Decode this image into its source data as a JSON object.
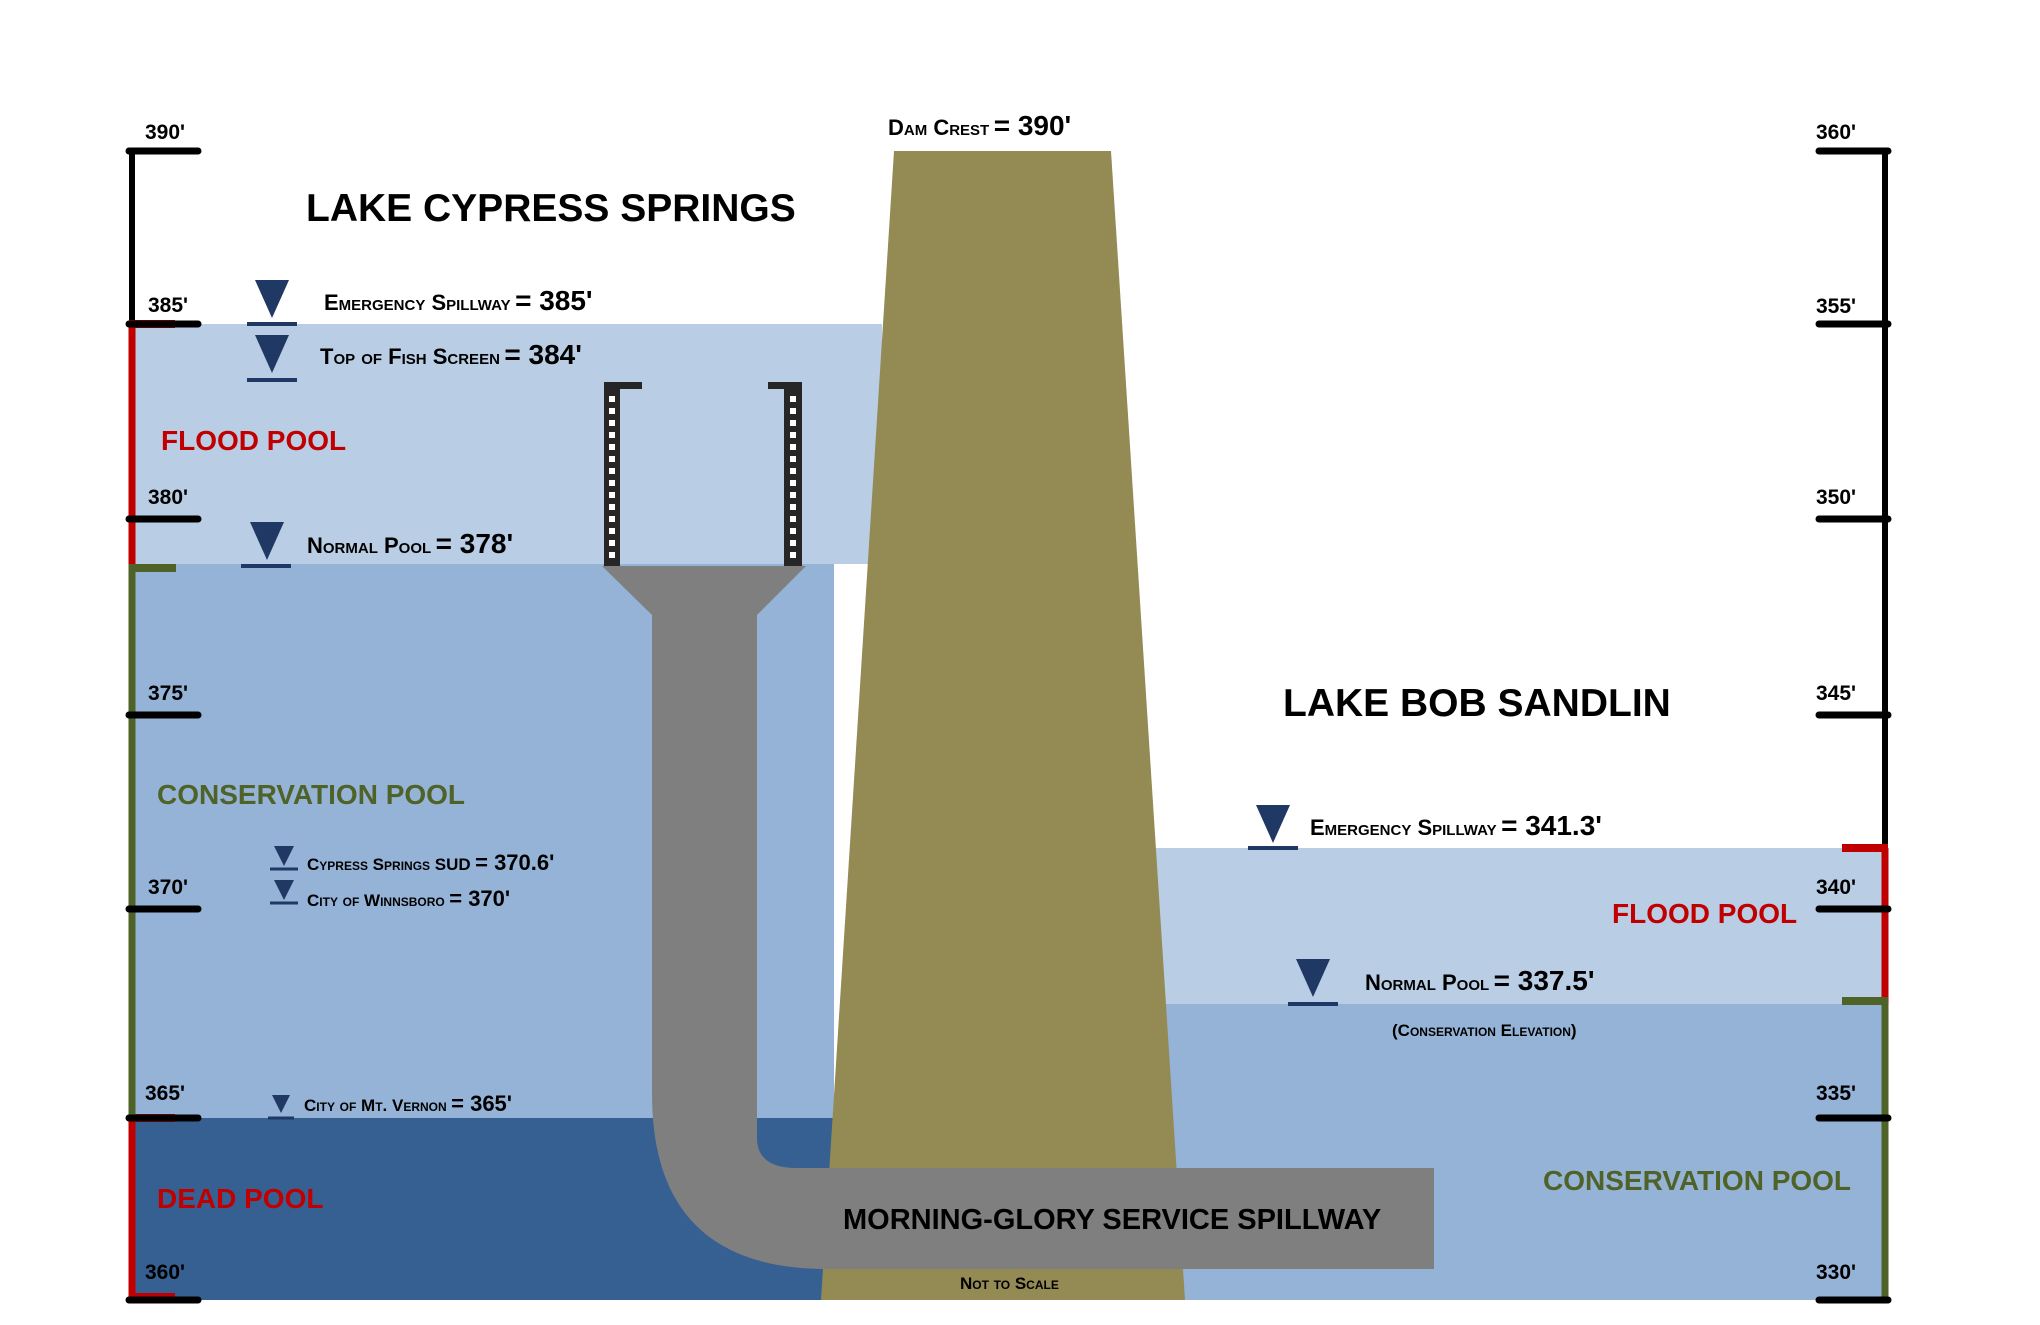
{
  "colors": {
    "flood_water": "#b9cde5",
    "conservation_water": "#95b3d7",
    "dead_water": "#376092",
    "dam": "#948a54",
    "pipe": "#7f7f7f",
    "marker": "#1f3864",
    "flood_bracket": "#c00000",
    "conservation_bracket": "#4f6228",
    "screen": "#262626"
  },
  "left_scale": {
    "ticks": [
      {
        "id": "390",
        "label": "390'"
      },
      {
        "id": "385",
        "label": "385'"
      },
      {
        "id": "380",
        "label": "380'"
      },
      {
        "id": "375",
        "label": "375'"
      },
      {
        "id": "370",
        "label": "370'"
      },
      {
        "id": "365",
        "label": "365'"
      },
      {
        "id": "360",
        "label": "360'"
      }
    ]
  },
  "right_scale": {
    "ticks": [
      {
        "id": "360",
        "label": "360'"
      },
      {
        "id": "355",
        "label": "355'"
      },
      {
        "id": "350",
        "label": "350'"
      },
      {
        "id": "345",
        "label": "345'"
      },
      {
        "id": "340",
        "label": "340'"
      },
      {
        "id": "335",
        "label": "335'"
      },
      {
        "id": "330",
        "label": "330'"
      }
    ]
  },
  "dam": {
    "crest_label": "Dam Crest",
    "crest_value": "= 390'"
  },
  "lake_cypress": {
    "title": "LAKE CYPRESS SPRINGS",
    "emergency_spillway": {
      "label": "Emergency Spillway",
      "value": "= 385'"
    },
    "fish_screen": {
      "label": "Top of Fish Screen",
      "value": "= 384'"
    },
    "normal_pool": {
      "label": "Normal Pool",
      "value": "= 378'"
    },
    "sud": {
      "label": "Cypress Springs SUD",
      "value": "= 370.6'"
    },
    "winnsboro": {
      "label": "City of Winnsboro",
      "value": "= 370'"
    },
    "mt_vernon": {
      "label": "City of Mt. Vernon",
      "value": "= 365'"
    },
    "flood_pool": "FLOOD POOL",
    "conservation_pool": "CONSERVATION POOL",
    "dead_pool": "DEAD POOL"
  },
  "lake_bob": {
    "title": "LAKE BOB SANDLIN",
    "emergency_spillway": {
      "label": "Emergency Spillway",
      "value": "= 341.3'"
    },
    "normal_pool": {
      "label": "Normal Pool",
      "value": "= 337.5'"
    },
    "conservation_note": "(Conservation Elevation)",
    "flood_pool": "FLOOD POOL",
    "conservation_pool": "CONSERVATION POOL"
  },
  "spillway_label": "MORNING-GLORY SERVICE SPILLWAY",
  "note": "Not to Scale"
}
